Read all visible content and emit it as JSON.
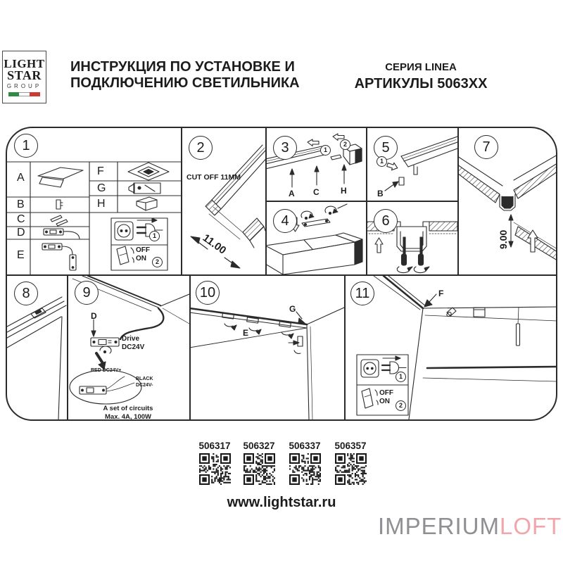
{
  "header": {
    "logo_line1": "LIGHT",
    "logo_line2": "STAR",
    "logo_line3": "GROUP",
    "title_line1": "ИНСТРУКЦИЯ ПО УСТАНОВКЕ И",
    "title_line2": "ПОДКЛЮЧЕНИЮ СВЕТИЛЬНИКА",
    "series": "СЕРИЯ LINEA",
    "articles": "АРТИКУЛЫ 5063XX"
  },
  "steps": [
    "1",
    "2",
    "3",
    "4",
    "5",
    "6",
    "7",
    "8",
    "9",
    "10",
    "11"
  ],
  "panel1": {
    "row_a": "A",
    "row_b": "B",
    "row_c": "C",
    "row_d": "D",
    "row_e": "E",
    "row_f": "F",
    "row_g": "G",
    "row_h": "H",
    "plug_step": "1",
    "switch_off": "OFF",
    "switch_on": "ON",
    "switch_step": "2"
  },
  "panel2": {
    "cut_off": "CUT OFF 11MM",
    "dim": "11.00"
  },
  "panel3": {
    "step_a": "1",
    "step_b": "2",
    "label_a": "A",
    "label_c": "C",
    "label_h": "H"
  },
  "panel5": {
    "step": "1",
    "label_b": "B"
  },
  "panel7": {
    "dim": "9.00"
  },
  "panel9": {
    "label_d": "D",
    "driver_line1": "Drive",
    "driver_line2": "DC24V",
    "wire_red": "RED DC24V+",
    "wire_black_line1": "BLACK",
    "wire_black_line2": "DC24V-",
    "note_line1": "A set of circuits",
    "note_line2": "Max. 4A, 100W"
  },
  "panel10": {
    "label_e": "E",
    "label_g": "G"
  },
  "panel11": {
    "label_f": "F",
    "plug_step": "1",
    "switch_off": "OFF",
    "switch_on": "ON",
    "switch_step": "2"
  },
  "footer": {
    "products": [
      "506317",
      "506327",
      "506337",
      "506357"
    ],
    "website": "www.lightstar.ru"
  },
  "watermark": {
    "part1": "IMPERIUM",
    "part2": "LOFT"
  },
  "colors": {
    "line": "#2b2b2b",
    "flag_green": "#2f8a43",
    "flag_red": "#cb3a33",
    "watermark_gray": "#8f8f94",
    "watermark_pink": "#f0a6aa"
  }
}
